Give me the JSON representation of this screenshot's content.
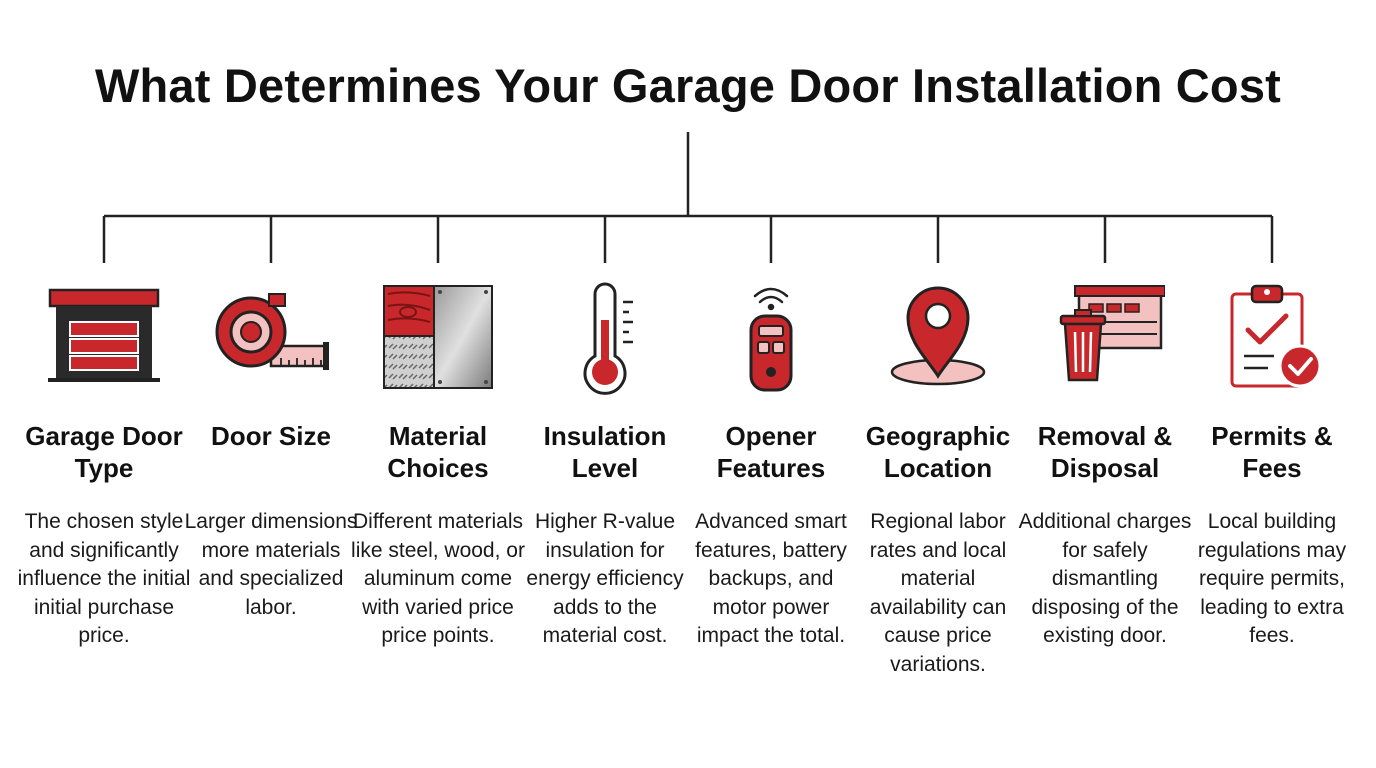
{
  "title": "What Determines Your Garage Door Installation Cost",
  "colors": {
    "accent": "#c8282b",
    "dark": "#222222",
    "light_accent": "#f3c2c0"
  },
  "factors": [
    {
      "icon": "garage-door-icon",
      "title": "Garage Door Type",
      "description": "The chosen style and significantly influence the initial initial purchase price."
    },
    {
      "icon": "tape-measure-icon",
      "title": "Door Size",
      "description": "Larger dimensions more materials and specialized labor."
    },
    {
      "icon": "material-swatches-icon",
      "title": "Material Choices",
      "description": "Different materials like steel, wood, or aluminum come with varied price price points."
    },
    {
      "icon": "thermometer-icon",
      "title": "Insulation Level",
      "description": "Higher R-value insulation for energy efficiency adds to the material cost."
    },
    {
      "icon": "remote-control-icon",
      "title": "Opener Features",
      "description": "Advanced smart features, battery backups, and motor power impact the total."
    },
    {
      "icon": "location-pin-icon",
      "title": "Geographic Location",
      "description": "Regional labor rates and local material availability can cause price variations."
    },
    {
      "icon": "trash-bin-icon",
      "title": "Removal & Disposal",
      "description": "Additional charges for safely dismantling disposing of the existing door."
    },
    {
      "icon": "clipboard-check-icon",
      "title": "Permits & Fees",
      "description": "Local building regulations may require permits, leading to extra fees."
    }
  ]
}
